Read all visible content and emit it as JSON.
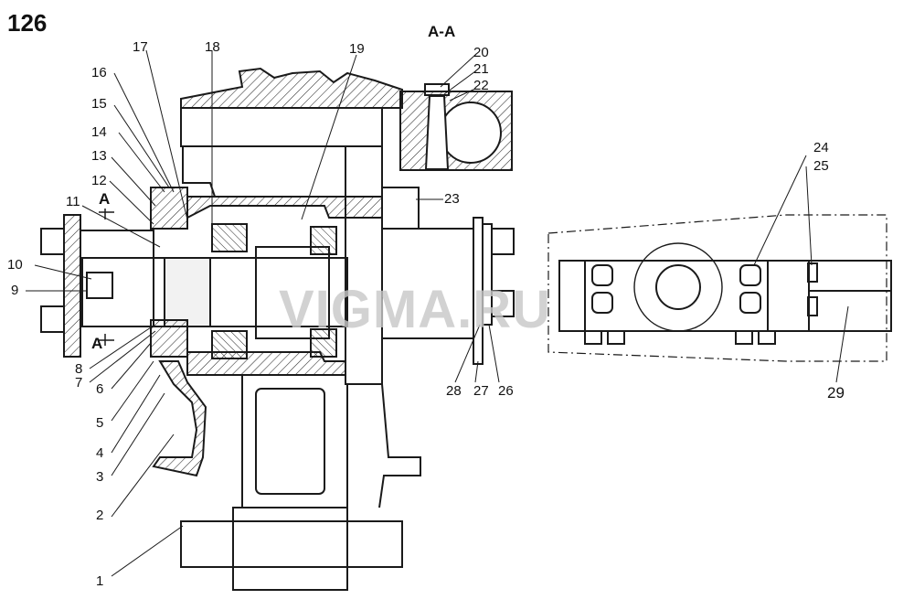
{
  "page_number": "126",
  "section_title": "А-А",
  "section_marks": [
    "А",
    "А"
  ],
  "watermark": "VIGMA.RU",
  "callouts": [
    "1",
    "2",
    "3",
    "4",
    "5",
    "6",
    "7",
    "8",
    "9",
    "10",
    "11",
    "12",
    "13",
    "14",
    "15",
    "16",
    "17",
    "18",
    "19",
    "20",
    "21",
    "22",
    "23",
    "24",
    "25",
    "26",
    "27",
    "28",
    "29"
  ],
  "colors": {
    "line": "#1a1a1a",
    "hatch": "#2a2a2a",
    "watermark": "#c8c8c8",
    "background": "#ffffff"
  }
}
